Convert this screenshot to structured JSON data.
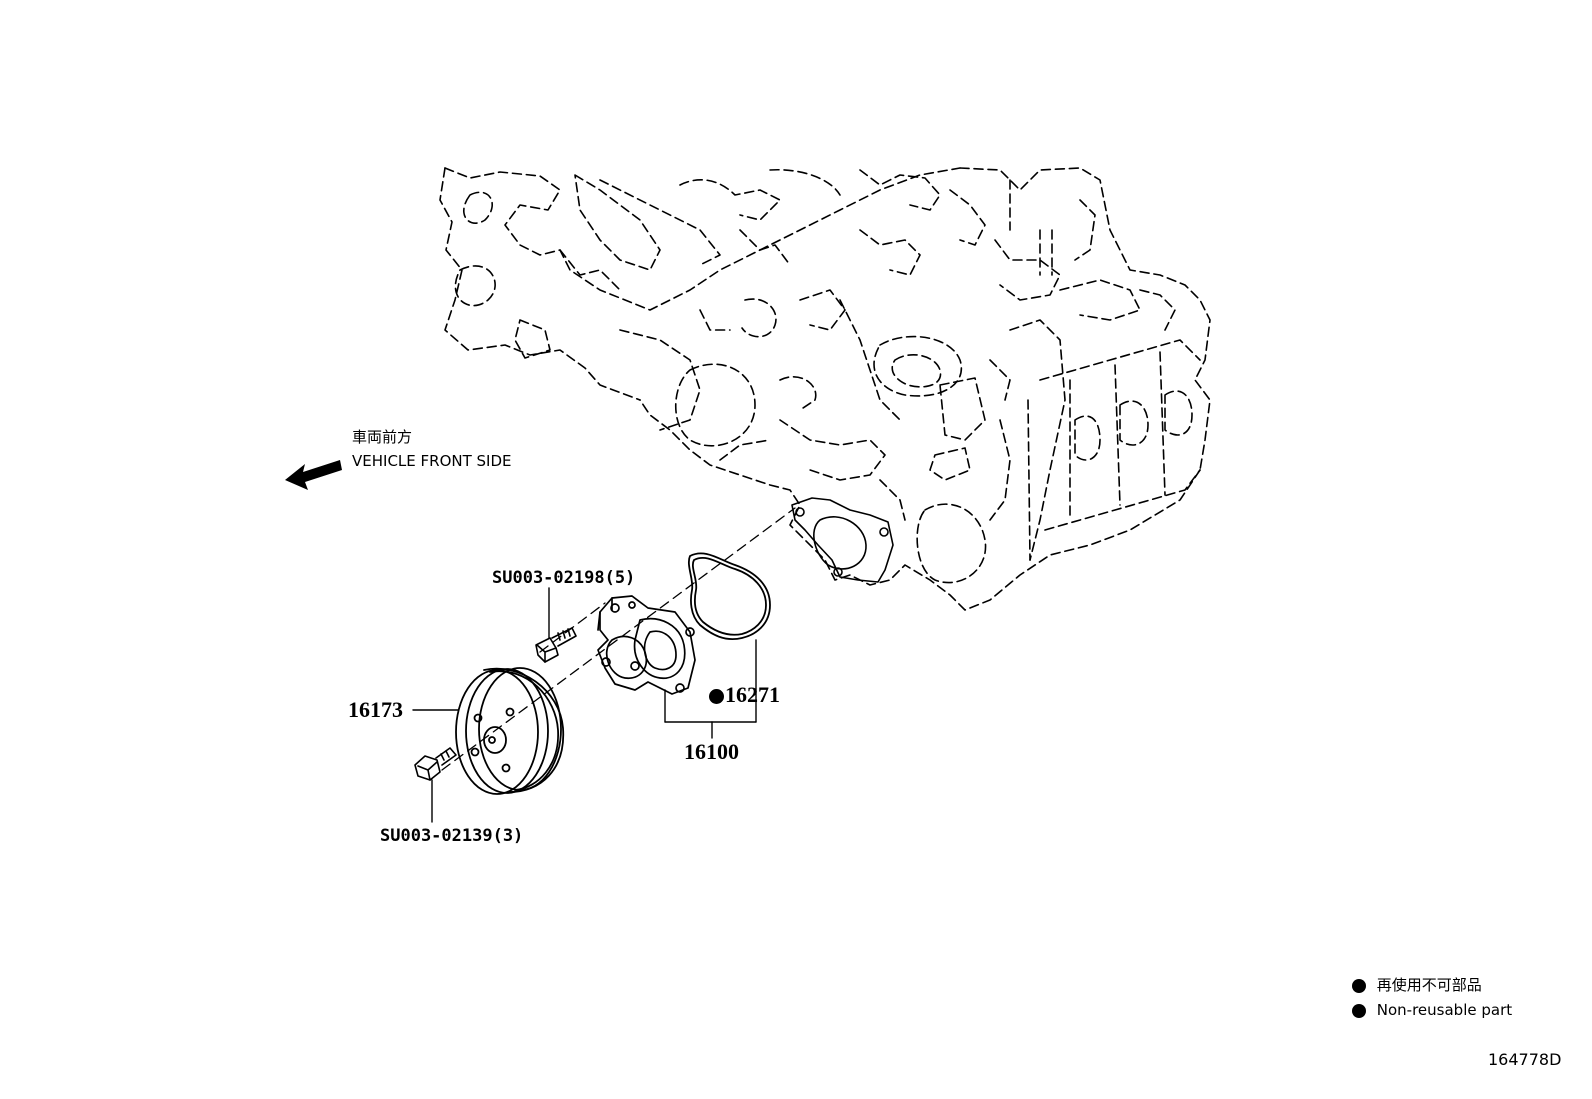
{
  "direction": {
    "label_jp": "車両前方",
    "label_en": "VEHICLE FRONT SIDE"
  },
  "callouts": {
    "bolt_top": "SU003-02198(5)",
    "bolt_bottom": "SU003-02139(3)",
    "pulley": "16173",
    "gasket": "16271",
    "water_pump": "16100"
  },
  "legend": {
    "text_jp": "再使用不可部品",
    "text_en": "Non-reusable part"
  },
  "figure_id": "164778D"
}
